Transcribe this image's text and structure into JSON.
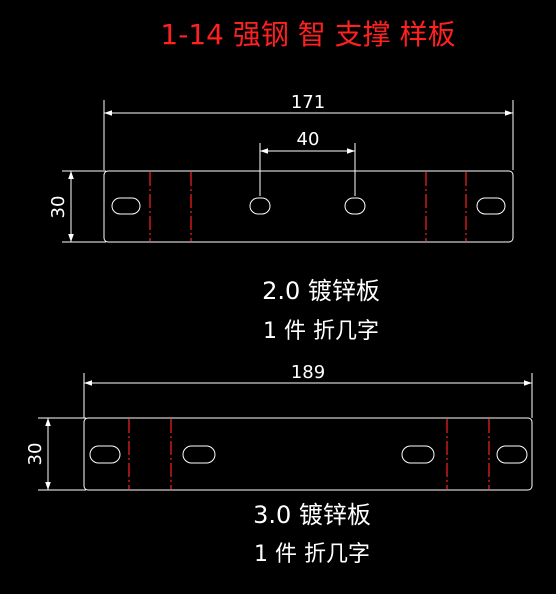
{
  "title": "1-14  强钢 智 支撑 样板",
  "colors": {
    "background": "#000000",
    "outline": "#ffffff",
    "fold_line": "#ff2020",
    "title": "#ff2020",
    "dimension": "#ffffff"
  },
  "plate1": {
    "length_label": "171",
    "hole_spacing_label": "40",
    "width_label": "30",
    "material": "2.0 镀锌板",
    "quantity": "1 件 折几字"
  },
  "plate2": {
    "length_label": "189",
    "width_label": "30",
    "material": "3.0 镀锌板",
    "quantity": "1 件 折几字"
  }
}
